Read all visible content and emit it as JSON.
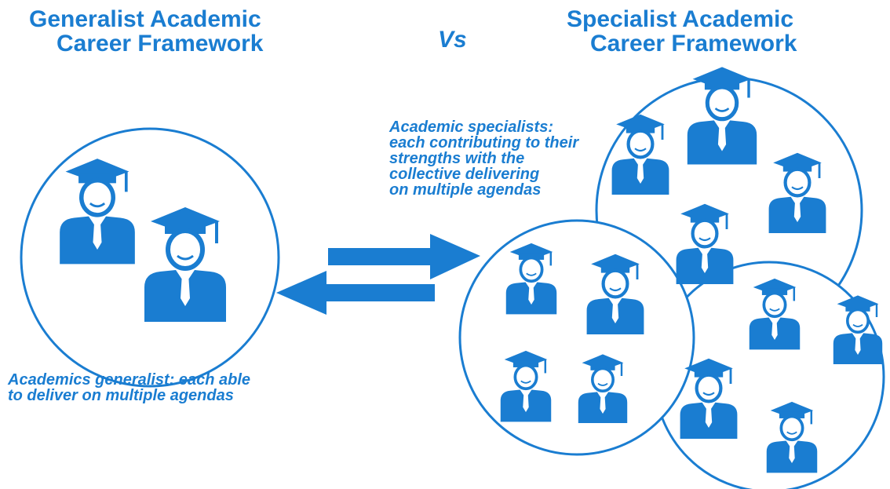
{
  "titles": {
    "left_line1": "Generalist Academic",
    "left_line2": "Career Framework",
    "vs": "Vs",
    "right_line1": "Specialist Academic",
    "right_line2": "Career Framework"
  },
  "captions": {
    "generalist_line1": "Academics generalist: each able",
    "generalist_line2": "to deliver on multiple agendas",
    "specialist_line1": "Academic specialists:",
    "specialist_line2": "each contributing to their",
    "specialist_line3": "strengths with the",
    "specialist_line4": "collective delivering",
    "specialist_line5": "on multiple agendas"
  },
  "colors": {
    "accent": "#1a7dd1"
  },
  "icons": [
    "graduate-icon",
    "arrow-right-icon",
    "arrow-left-icon"
  ]
}
